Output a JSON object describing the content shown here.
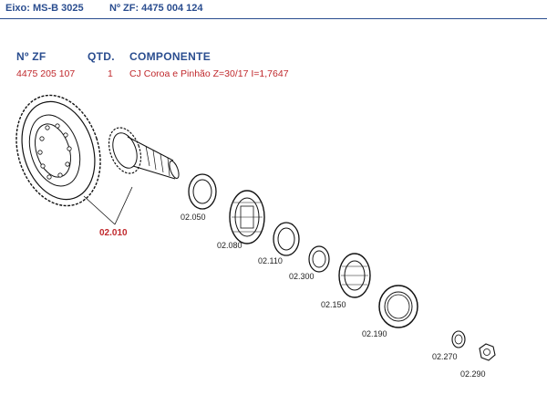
{
  "header": {
    "eixo": "Eixo: MS-B 3025",
    "nzf": "Nº ZF: 4475 004 124",
    "accent_color": "#2a4d8f"
  },
  "table": {
    "headers": {
      "nzf": "Nº ZF",
      "qtd": "QTD.",
      "componente": "COMPONENTE"
    },
    "rows": [
      {
        "nzf": "4475 205 107",
        "qtd": "1",
        "componente": "CJ Coroa e Pinhão Z=30/17 I=1,7647"
      }
    ],
    "row_color": "#c0282c"
  },
  "parts": {
    "crown_pinion": "02.010",
    "p02050": "02.050",
    "p02080": "02.080",
    "p02110": "02.110",
    "p02300": "02.300",
    "p02150": "02.150",
    "p02190": "02.190",
    "p02270": "02.270",
    "p02290": "02.290"
  }
}
